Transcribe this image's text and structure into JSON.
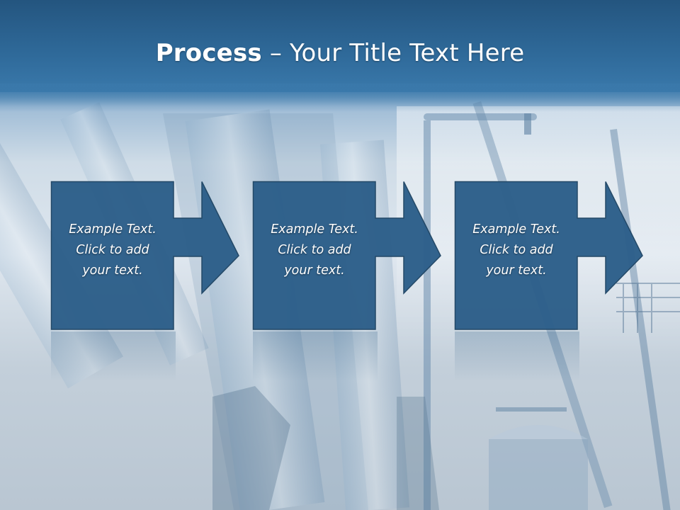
{
  "slide": {
    "title_bold": "Process",
    "title_rest": " – Your Title Text Here"
  },
  "steps": [
    {
      "line1": "Example Text.",
      "line2": "Click  to add",
      "line3": "your text."
    },
    {
      "line1": "Example Text.",
      "line2": "Click  to add",
      "line3": "your text."
    },
    {
      "line1": "Example Text.",
      "line2": "Click  to add",
      "line3": "your text."
    }
  ],
  "colors": {
    "header": "#2f6a9a",
    "box_fill": "#2d5f8a",
    "box_stroke": "#1f4564",
    "text": "#ffffff"
  },
  "icons": [
    "arrow-right-icon"
  ]
}
